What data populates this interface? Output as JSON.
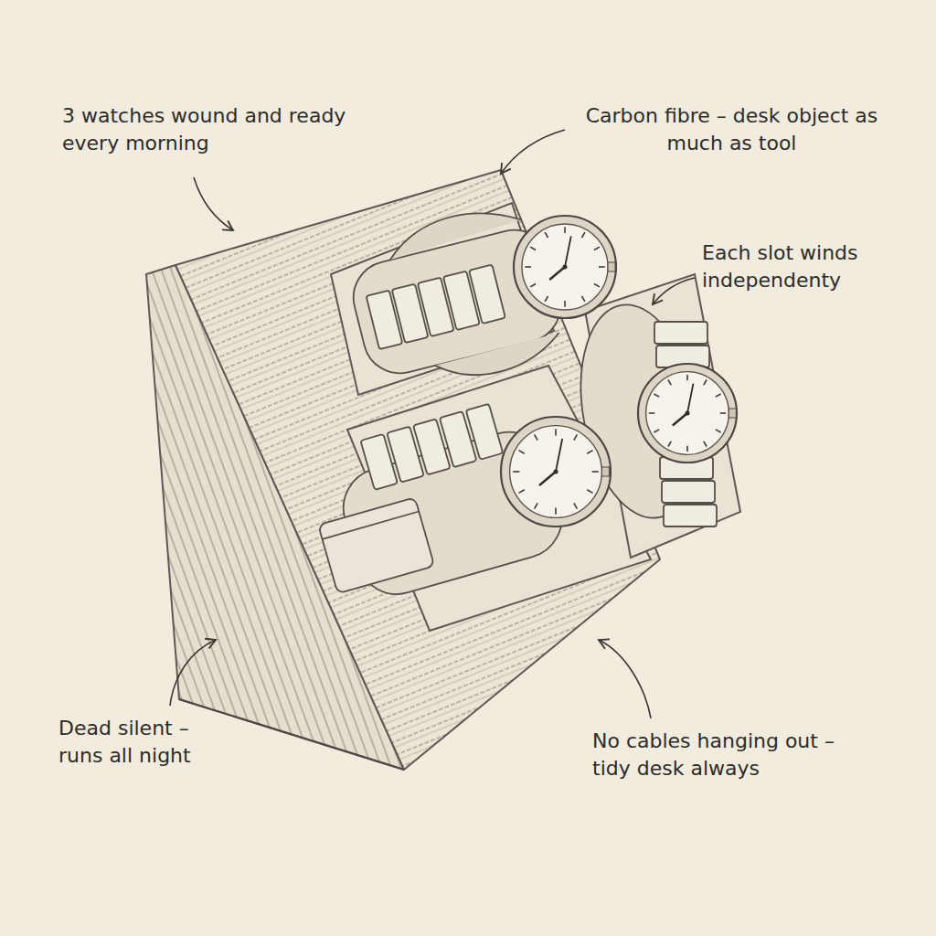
{
  "diagram": {
    "labels": [
      "3 watches wound and ready every morning",
      "Carbon fibre – desk object as much as tool",
      "Each slot winds independenty",
      "Dead silent – runs all night",
      "No cables hanging out – tidy desk always"
    ]
  }
}
